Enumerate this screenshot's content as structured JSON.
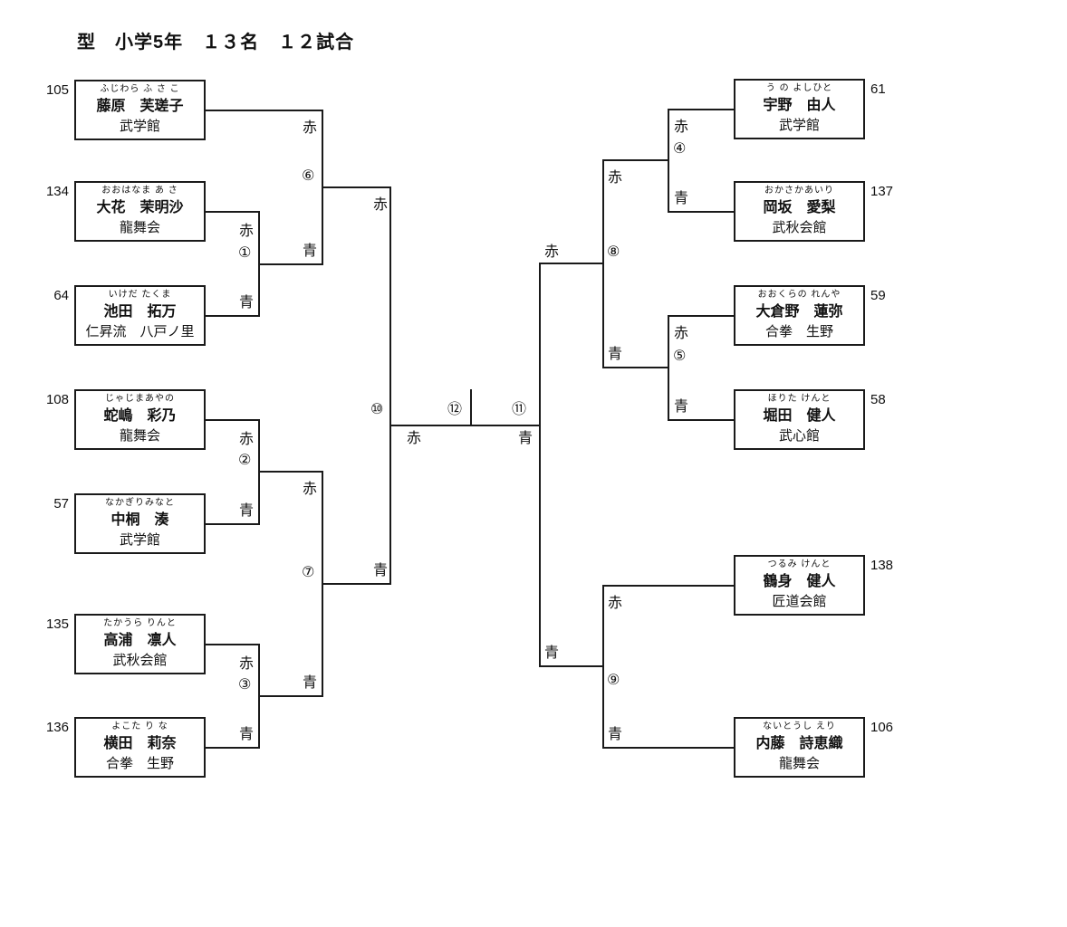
{
  "title": "型　小学5年　１３名　１２試合",
  "glyphs": {
    "red": "赤",
    "blue": "青"
  },
  "match_numbers": {
    "m1": "①",
    "m2": "②",
    "m3": "③",
    "m4": "④",
    "m5": "⑤",
    "m6": "⑥",
    "m7": "⑦",
    "m8": "⑧",
    "m9": "⑨",
    "m10": "⑩",
    "m11": "⑪",
    "m12": "⑫"
  },
  "players": {
    "left": [
      {
        "seed": "105",
        "furigana": "ふじわら ふ さ こ",
        "name": "藤原　芙瑳子",
        "club": "武学館"
      },
      {
        "seed": "134",
        "furigana": "おおはなま あ さ",
        "name": "大花　茉明沙",
        "club": "龍舞会"
      },
      {
        "seed": "64",
        "furigana": "いけだ たくま",
        "name": "池田　拓万",
        "club": "仁昇流　八戸ノ里"
      },
      {
        "seed": "108",
        "furigana": "じゃじまあやの",
        "name": "蛇嶋　彩乃",
        "club": "龍舞会"
      },
      {
        "seed": "57",
        "furigana": "なかぎりみなと",
        "name": "中桐　湊",
        "club": "武学館"
      },
      {
        "seed": "135",
        "furigana": "たかうら りんと",
        "name": "高浦　凛人",
        "club": "武秋会館"
      },
      {
        "seed": "136",
        "furigana": "よこた り な",
        "name": "横田　莉奈",
        "club": "合拳　生野"
      }
    ],
    "right": [
      {
        "seed": "61",
        "furigana": "う の よしひと",
        "name": "宇野　由人",
        "club": "武学館"
      },
      {
        "seed": "137",
        "furigana": "おかさかあいり",
        "name": "岡坂　愛梨",
        "club": "武秋会館"
      },
      {
        "seed": "59",
        "furigana": "おおくらの れんや",
        "name": "大倉野　蓮弥",
        "club": "合拳　生野"
      },
      {
        "seed": "58",
        "furigana": "ほりた けんと",
        "name": "堀田　健人",
        "club": "武心館"
      },
      {
        "seed": "138",
        "furigana": "つるみ けんと",
        "name": "鶴身　健人",
        "club": "匠道会館"
      },
      {
        "seed": "106",
        "furigana": "ないとうし えり",
        "name": "内藤　詩恵織",
        "club": "龍舞会"
      }
    ]
  }
}
